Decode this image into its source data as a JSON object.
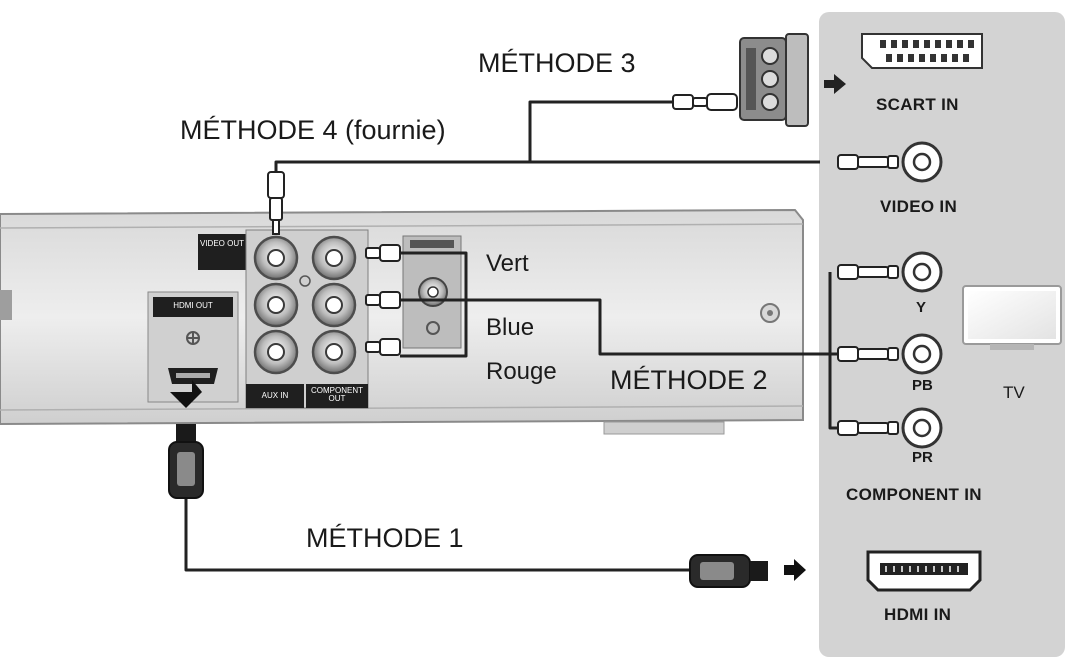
{
  "methods": {
    "m1": "MÉTHODE 1",
    "m2": "MÉTHODE 2",
    "m3": "MÉTHODE 3",
    "m4": "MÉTHODE 4 (fournie)"
  },
  "cable_colors": {
    "green": "Vert",
    "blue": "Blue",
    "red": "Rouge"
  },
  "device_ports": {
    "video_out": "VIDEO OUT",
    "hdmi_out": "HDMI OUT",
    "aux_in": "AUX IN",
    "component_out": "COMPONENT OUT"
  },
  "tv_panel": {
    "scart_in": "SCART IN",
    "video_in": "VIDEO IN",
    "y": "Y",
    "pb": "PB",
    "pr": "PR",
    "component_in": "COMPONENT IN",
    "hdmi_in": "HDMI IN",
    "tv": "TV"
  },
  "colors": {
    "panel_bg": "#d3d3d3",
    "device_body": "#e4e4e4",
    "port_label_bg": "#1f1f1f",
    "cable": "#222222"
  }
}
